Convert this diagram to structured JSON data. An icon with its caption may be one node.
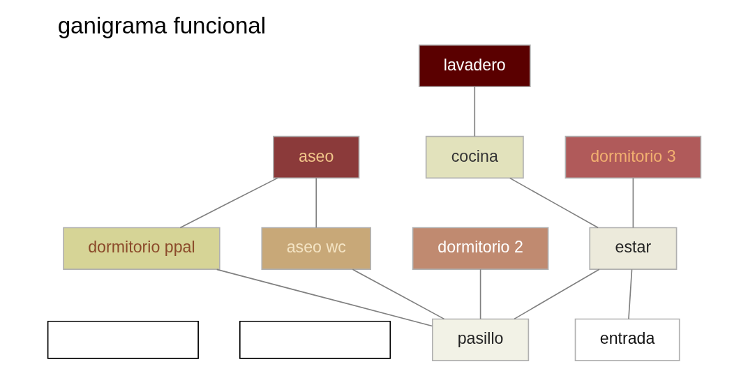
{
  "diagram": {
    "title": "ganigrama funcional",
    "nodes": [
      {
        "text": [
          "lavadero"
        ]
      },
      {
        "text": [
          "aseo"
        ]
      },
      {
        "text": [
          "cocina"
        ]
      },
      {
        "text": [
          "dormitorio 3"
        ]
      },
      {
        "text": [
          "dormitorio ppal"
        ]
      },
      {
        "text": [
          "aseo wc"
        ]
      },
      {
        "text": [
          "dormitorio 2"
        ]
      },
      {
        "text": [
          "estar"
        ]
      },
      {
        "text": [],
        "shape": "box"
      },
      {
        "text": [],
        "shape": "box"
      },
      {
        "text": [
          "pasillo"
        ]
      },
      {
        "text": [
          "entrada"
        ]
      }
    ],
    "edges": [
      {
        "from": 0,
        "to": 2,
        "arrow": "none"
      },
      {
        "from": 1,
        "to": 4,
        "arrow": "none"
      },
      {
        "from": 1,
        "to": 5,
        "arrow": "none"
      },
      {
        "from": 2,
        "to": 7,
        "arrow": "none"
      },
      {
        "from": 3,
        "to": 7,
        "arrow": "none"
      },
      {
        "from": 4,
        "to": 10,
        "arrow": "none"
      },
      {
        "from": 5,
        "to": 10,
        "arrow": "none"
      },
      {
        "from": 6,
        "to": 10,
        "arrow": "none"
      },
      {
        "from": 7,
        "to": 10,
        "arrow": "none"
      },
      {
        "from": 7,
        "to": 11,
        "arrow": "none"
      }
    ]
  }
}
